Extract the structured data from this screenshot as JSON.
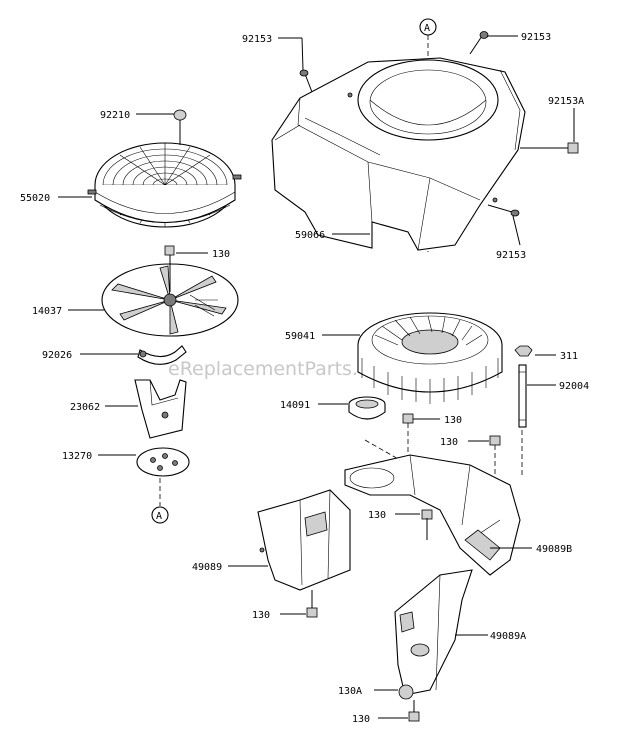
{
  "watermark": "eReplacementParts.com",
  "ref_marker": "A",
  "parts": {
    "p92153_a": "92153",
    "p92153_b": "92153",
    "p92153A": "92153A",
    "p92153_c": "92153",
    "p92210": "92210",
    "p55020": "55020",
    "p59066": "59066",
    "p130_a": "130",
    "p14037": "14037",
    "p59041": "59041",
    "p92026": "92026",
    "p311": "311",
    "p92004": "92004",
    "p23062": "23062",
    "p14091": "14091",
    "p130_b": "130",
    "p130_c": "130",
    "p13270": "13270",
    "p130_d": "130",
    "p49089B": "49089B",
    "p49089": "49089",
    "p130_e": "130",
    "p49089A": "49089A",
    "p130A": "130A",
    "p130_f": "130"
  }
}
